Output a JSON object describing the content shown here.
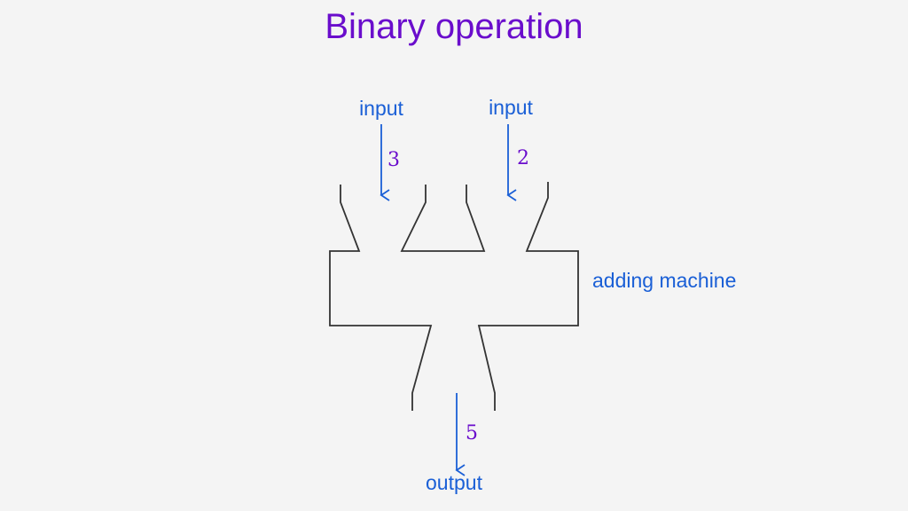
{
  "title": "Binary operation",
  "colors": {
    "title": "#6a0dcc",
    "label": "#1a5fd6",
    "number": "#6a0dcc",
    "arrow": "#1a5fd6",
    "machine": "#333333",
    "background": "#f4f4f4"
  },
  "inputs": [
    {
      "label": "input",
      "value": "3"
    },
    {
      "label": "input",
      "value": "2"
    }
  ],
  "machine_label": "adding machine",
  "output": {
    "label": "output",
    "value": "5"
  }
}
